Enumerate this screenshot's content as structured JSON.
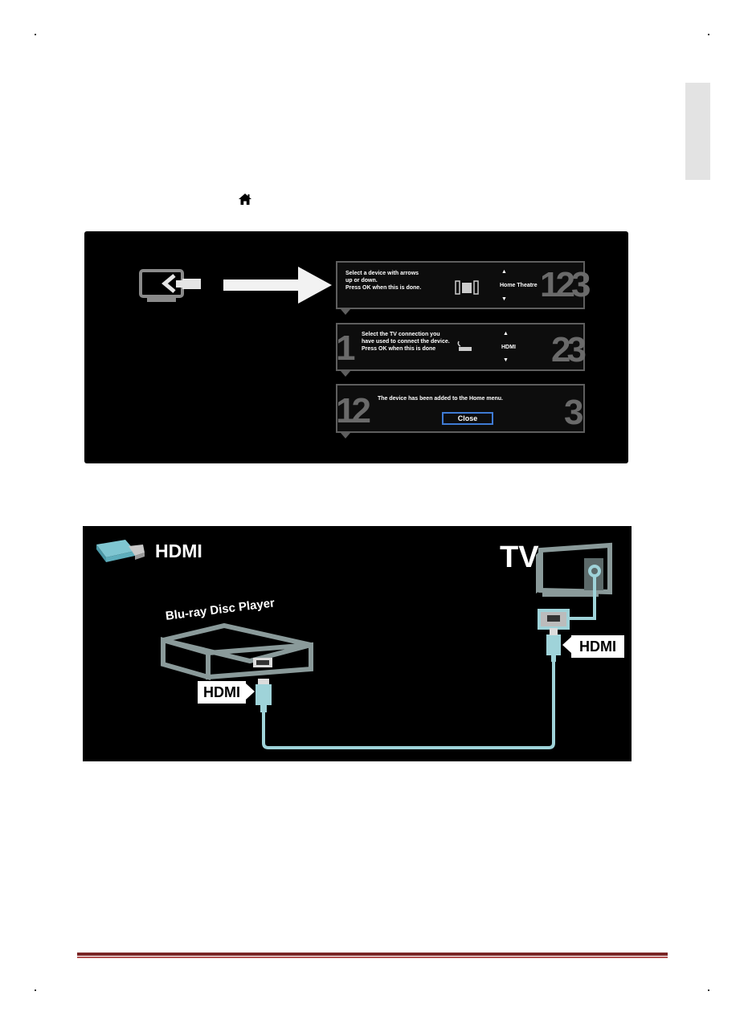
{
  "figure1": {
    "step1": {
      "text_lines": [
        "Select a device with arrows",
        "up or down.",
        "Press OK when this is done."
      ],
      "option": "Home Theatre",
      "numbers": "123",
      "device_icon": "home-theatre-speakers-icon"
    },
    "step2": {
      "text_lines": [
        "Select the TV connection you",
        "have used to connect the device.",
        "Press OK when this is done"
      ],
      "option": "HDMI",
      "numbers_left": "1",
      "numbers_right": "23",
      "device_icon": "connection-plug-icon"
    },
    "step3": {
      "text": "The device has been added to the Home menu.",
      "button": "Close",
      "numbers_left": "12",
      "numbers_right": "3"
    }
  },
  "figure2": {
    "title": "HDMI",
    "tv_label": "TV",
    "player_label": "Blu-ray Disc Player",
    "hdmi_tag_left": "HDMI",
    "hdmi_tag_right": "HDMI",
    "cable_color": "#9fd3d9",
    "outline_color": "#8a9a9a"
  },
  "icons": {
    "home": "home-icon",
    "add_device": "tv-add-device-icon"
  },
  "colors": {
    "footer_rule": "#7a2626",
    "button_border": "#3f7bd4"
  }
}
